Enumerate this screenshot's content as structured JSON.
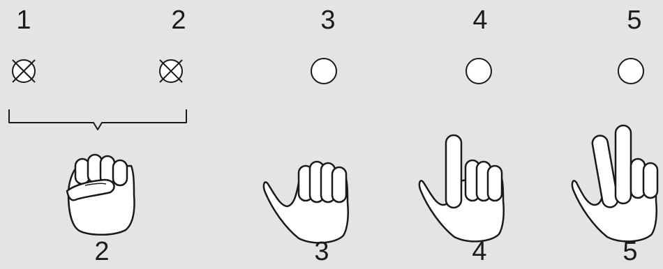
{
  "columns": [
    {
      "label": "1",
      "marker": "crossed-circle"
    },
    {
      "label": "2",
      "marker": "crossed-circle"
    },
    {
      "label": "3",
      "marker": "open-circle"
    },
    {
      "label": "4",
      "marker": "open-circle"
    },
    {
      "label": "5",
      "marker": "open-circle"
    }
  ],
  "hands": [
    {
      "label": "2",
      "gesture": "fist-hand-icon"
    },
    {
      "label": "3",
      "gesture": "thumb-out-hand-icon"
    },
    {
      "label": "4",
      "gesture": "thumb-index-hand-icon"
    },
    {
      "label": "5",
      "gesture": "thumb-index-middle-hand-icon"
    }
  ],
  "colors": {
    "background": "#e4e4e6",
    "stroke": "#1a1a1a",
    "fill": "#ffffff"
  }
}
